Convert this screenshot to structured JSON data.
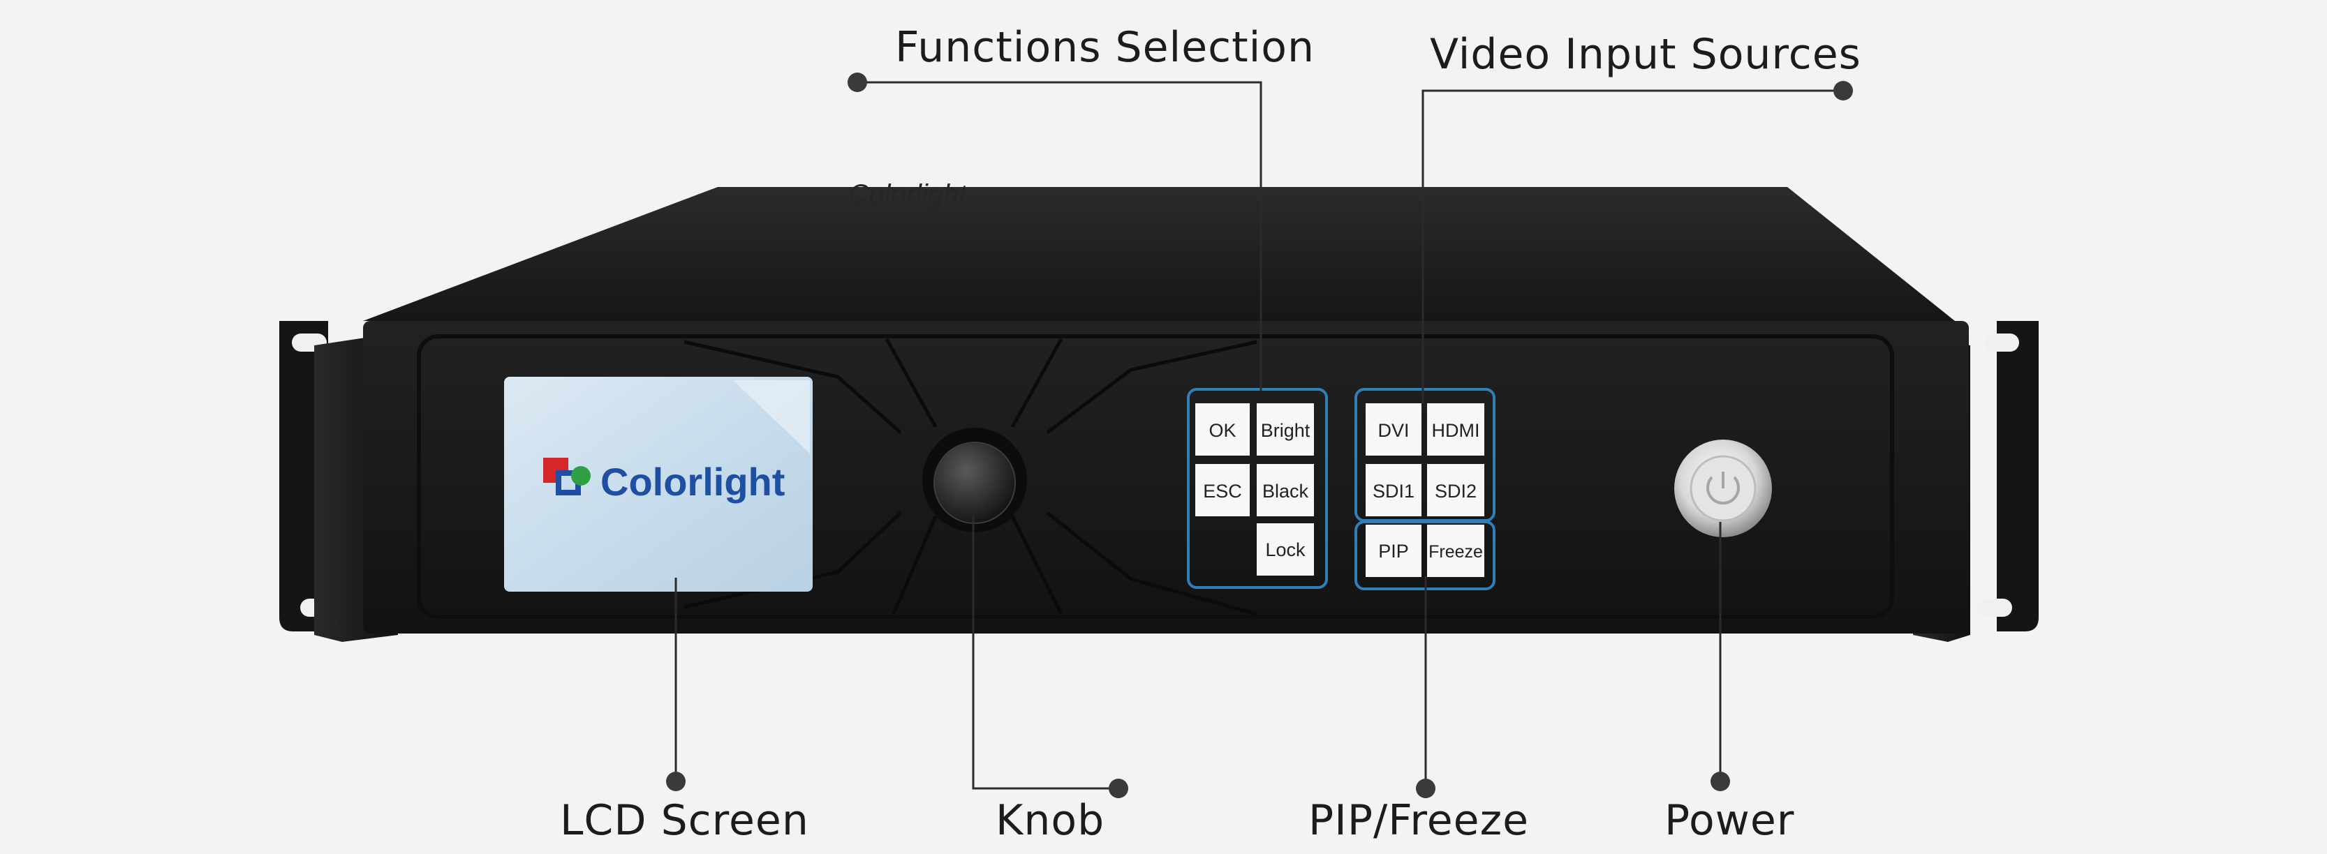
{
  "callouts": {
    "functions_selection": "Functions Selection",
    "video_input_sources": "Video Input Sources",
    "lcd_screen": "LCD Screen",
    "knob": "Knob",
    "pip_freeze": "PIP/Freeze",
    "power": "Power"
  },
  "device": {
    "top_brand": "Colorlight",
    "lcd_logo_text": "Colorlight",
    "function_keys": [
      "OK",
      "Bright",
      "ESC",
      "Black",
      "Lock"
    ],
    "input_keys": [
      "DVI",
      "HDMI",
      "SDI1",
      "SDI2"
    ],
    "pip_keys": [
      "PIP",
      "Freeze"
    ]
  },
  "colors": {
    "background": "#f3f3f3",
    "chassis": "#1b1b1b",
    "panel_outline": "#2f7fb8",
    "lcd": "#c7dcec",
    "logo_blue": "#1f4fa3",
    "logo_red": "#d7262a",
    "logo_green": "#2ea043"
  },
  "icons": {
    "power_button": "power-icon",
    "knob": "rotary-knob-icon",
    "logo": "colorlight-logo-icon"
  }
}
